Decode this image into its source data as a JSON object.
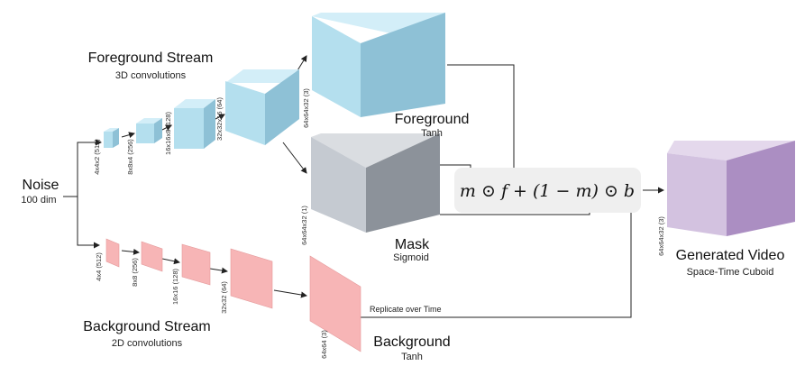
{
  "noise": {
    "title": "Noise",
    "sub": "100 dim"
  },
  "foreground_stream": {
    "title": "Foreground Stream",
    "sub": "3D convolutions"
  },
  "background_stream": {
    "title": "Background Stream",
    "sub": "2D convolutions"
  },
  "fg_layers": [
    "4x4x2 (512)",
    "8x8x4 (256)",
    "16x16x8 (128)",
    "32x32x16 (64)"
  ],
  "bg_layers": [
    "4x4 (512)",
    "8x8 (256)",
    "16x16 (128)",
    "32x32 (64)"
  ],
  "foreground_out": {
    "title": "Foreground",
    "sub": "Tanh",
    "dims": "64x64x32 (3)"
  },
  "mask_out": {
    "title": "Mask",
    "sub": "Sigmoid",
    "dims": "64x64x32 (1)"
  },
  "background_out": {
    "title": "Background",
    "sub": "Tanh",
    "dims": "64x64 (3)"
  },
  "equation": "m ⊙ f + (1 − m) ⊙ b",
  "replicate_label": "Replicate over Time",
  "generated": {
    "title": "Generated Video",
    "sub": "Space-Time Cuboid",
    "dims": "64x64x32 (3)"
  },
  "colors": {
    "fg_front": "#b4dfee",
    "fg_top": "#d3eef8",
    "fg_side": "#8ec1d6",
    "mask_front": "#c5cad1",
    "mask_top": "#dadde1",
    "mask_side": "#8c929a",
    "bg_fill": "#f7b5b6",
    "bg_edge": "#e49899",
    "gen_front": "#d3c2e0",
    "gen_top": "#e4d8ec",
    "gen_side": "#ab8ec2",
    "eq_box": "#efefef"
  }
}
